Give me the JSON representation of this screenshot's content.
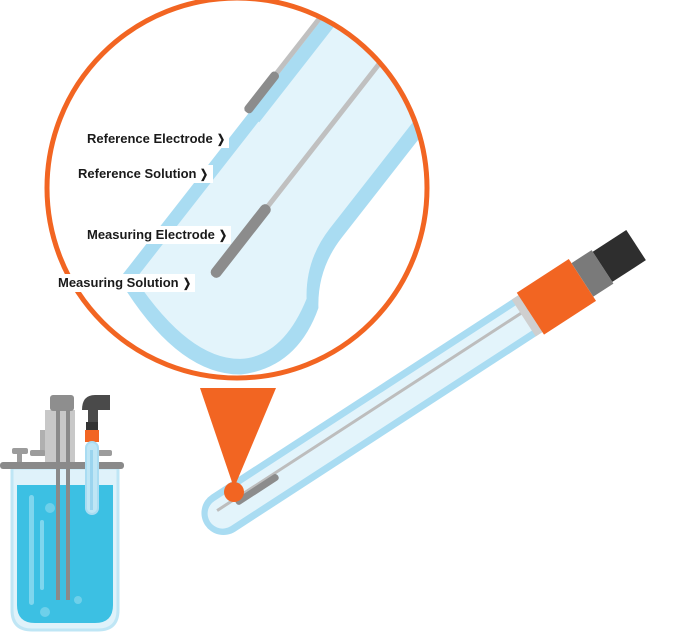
{
  "labels": [
    {
      "text": "Reference Electrode"
    },
    {
      "text": "Reference Solution"
    },
    {
      "text": "Measuring Electrode"
    },
    {
      "text": "Measuring Solution"
    }
  ],
  "icons": {
    "pointer": "chevron-right-icon"
  },
  "colors": {
    "accent": "#f26522",
    "glass": "#a9dcf2",
    "glass_inner": "#e3f4fb",
    "liquid": "#3cc0e3",
    "electrode": "#9a9a9a",
    "cap": "#3a3a3a"
  }
}
